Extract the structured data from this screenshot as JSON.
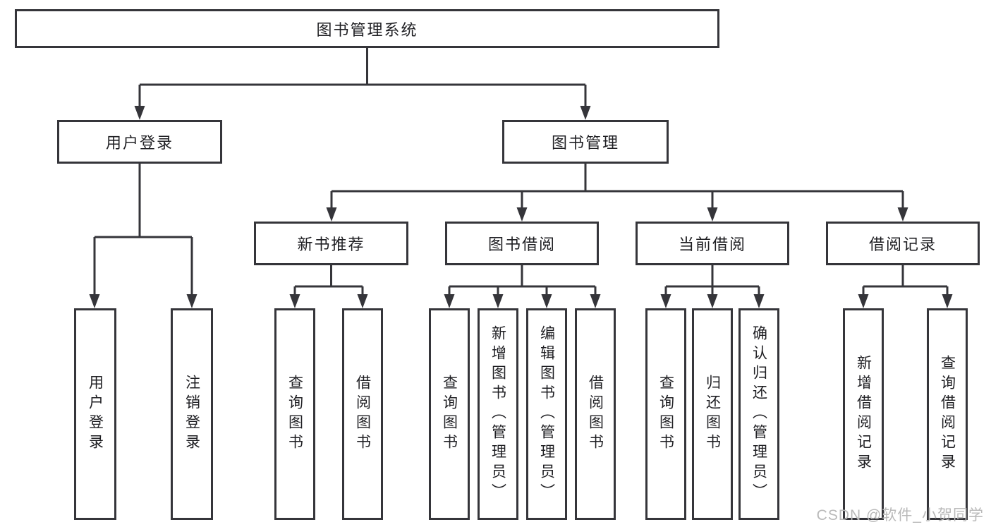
{
  "diagram": {
    "title": "图书管理系统",
    "branches": {
      "user_login": {
        "label": "用户登录",
        "children": [
          {
            "label": "用户登录"
          },
          {
            "label": "注销登录"
          }
        ]
      },
      "book_mgmt": {
        "label": "图书管理",
        "children": [
          {
            "label": "新书推荐",
            "children": [
              {
                "label": "查询图书"
              },
              {
                "label": "借阅图书"
              }
            ]
          },
          {
            "label": "图书借阅",
            "children": [
              {
                "label": "查询图书"
              },
              {
                "label": "新增图书（管理员）"
              },
              {
                "label": "编辑图书（管理员）"
              },
              {
                "label": "借阅图书"
              }
            ]
          },
          {
            "label": "当前借阅",
            "children": [
              {
                "label": "查询图书"
              },
              {
                "label": "归还图书"
              },
              {
                "label": "确认归还（管理员）"
              }
            ]
          },
          {
            "label": "借阅记录",
            "children": [
              {
                "label": "新增借阅记录"
              },
              {
                "label": "查询借阅记录"
              }
            ]
          }
        ]
      }
    }
  },
  "watermark": {
    "text": "CSDN @软件_小贺同学"
  },
  "colors": {
    "line": "#35353a",
    "border": "#35353a",
    "text": "#1f1f23",
    "background": "#ffffff",
    "watermark": "#b9b9b9"
  }
}
